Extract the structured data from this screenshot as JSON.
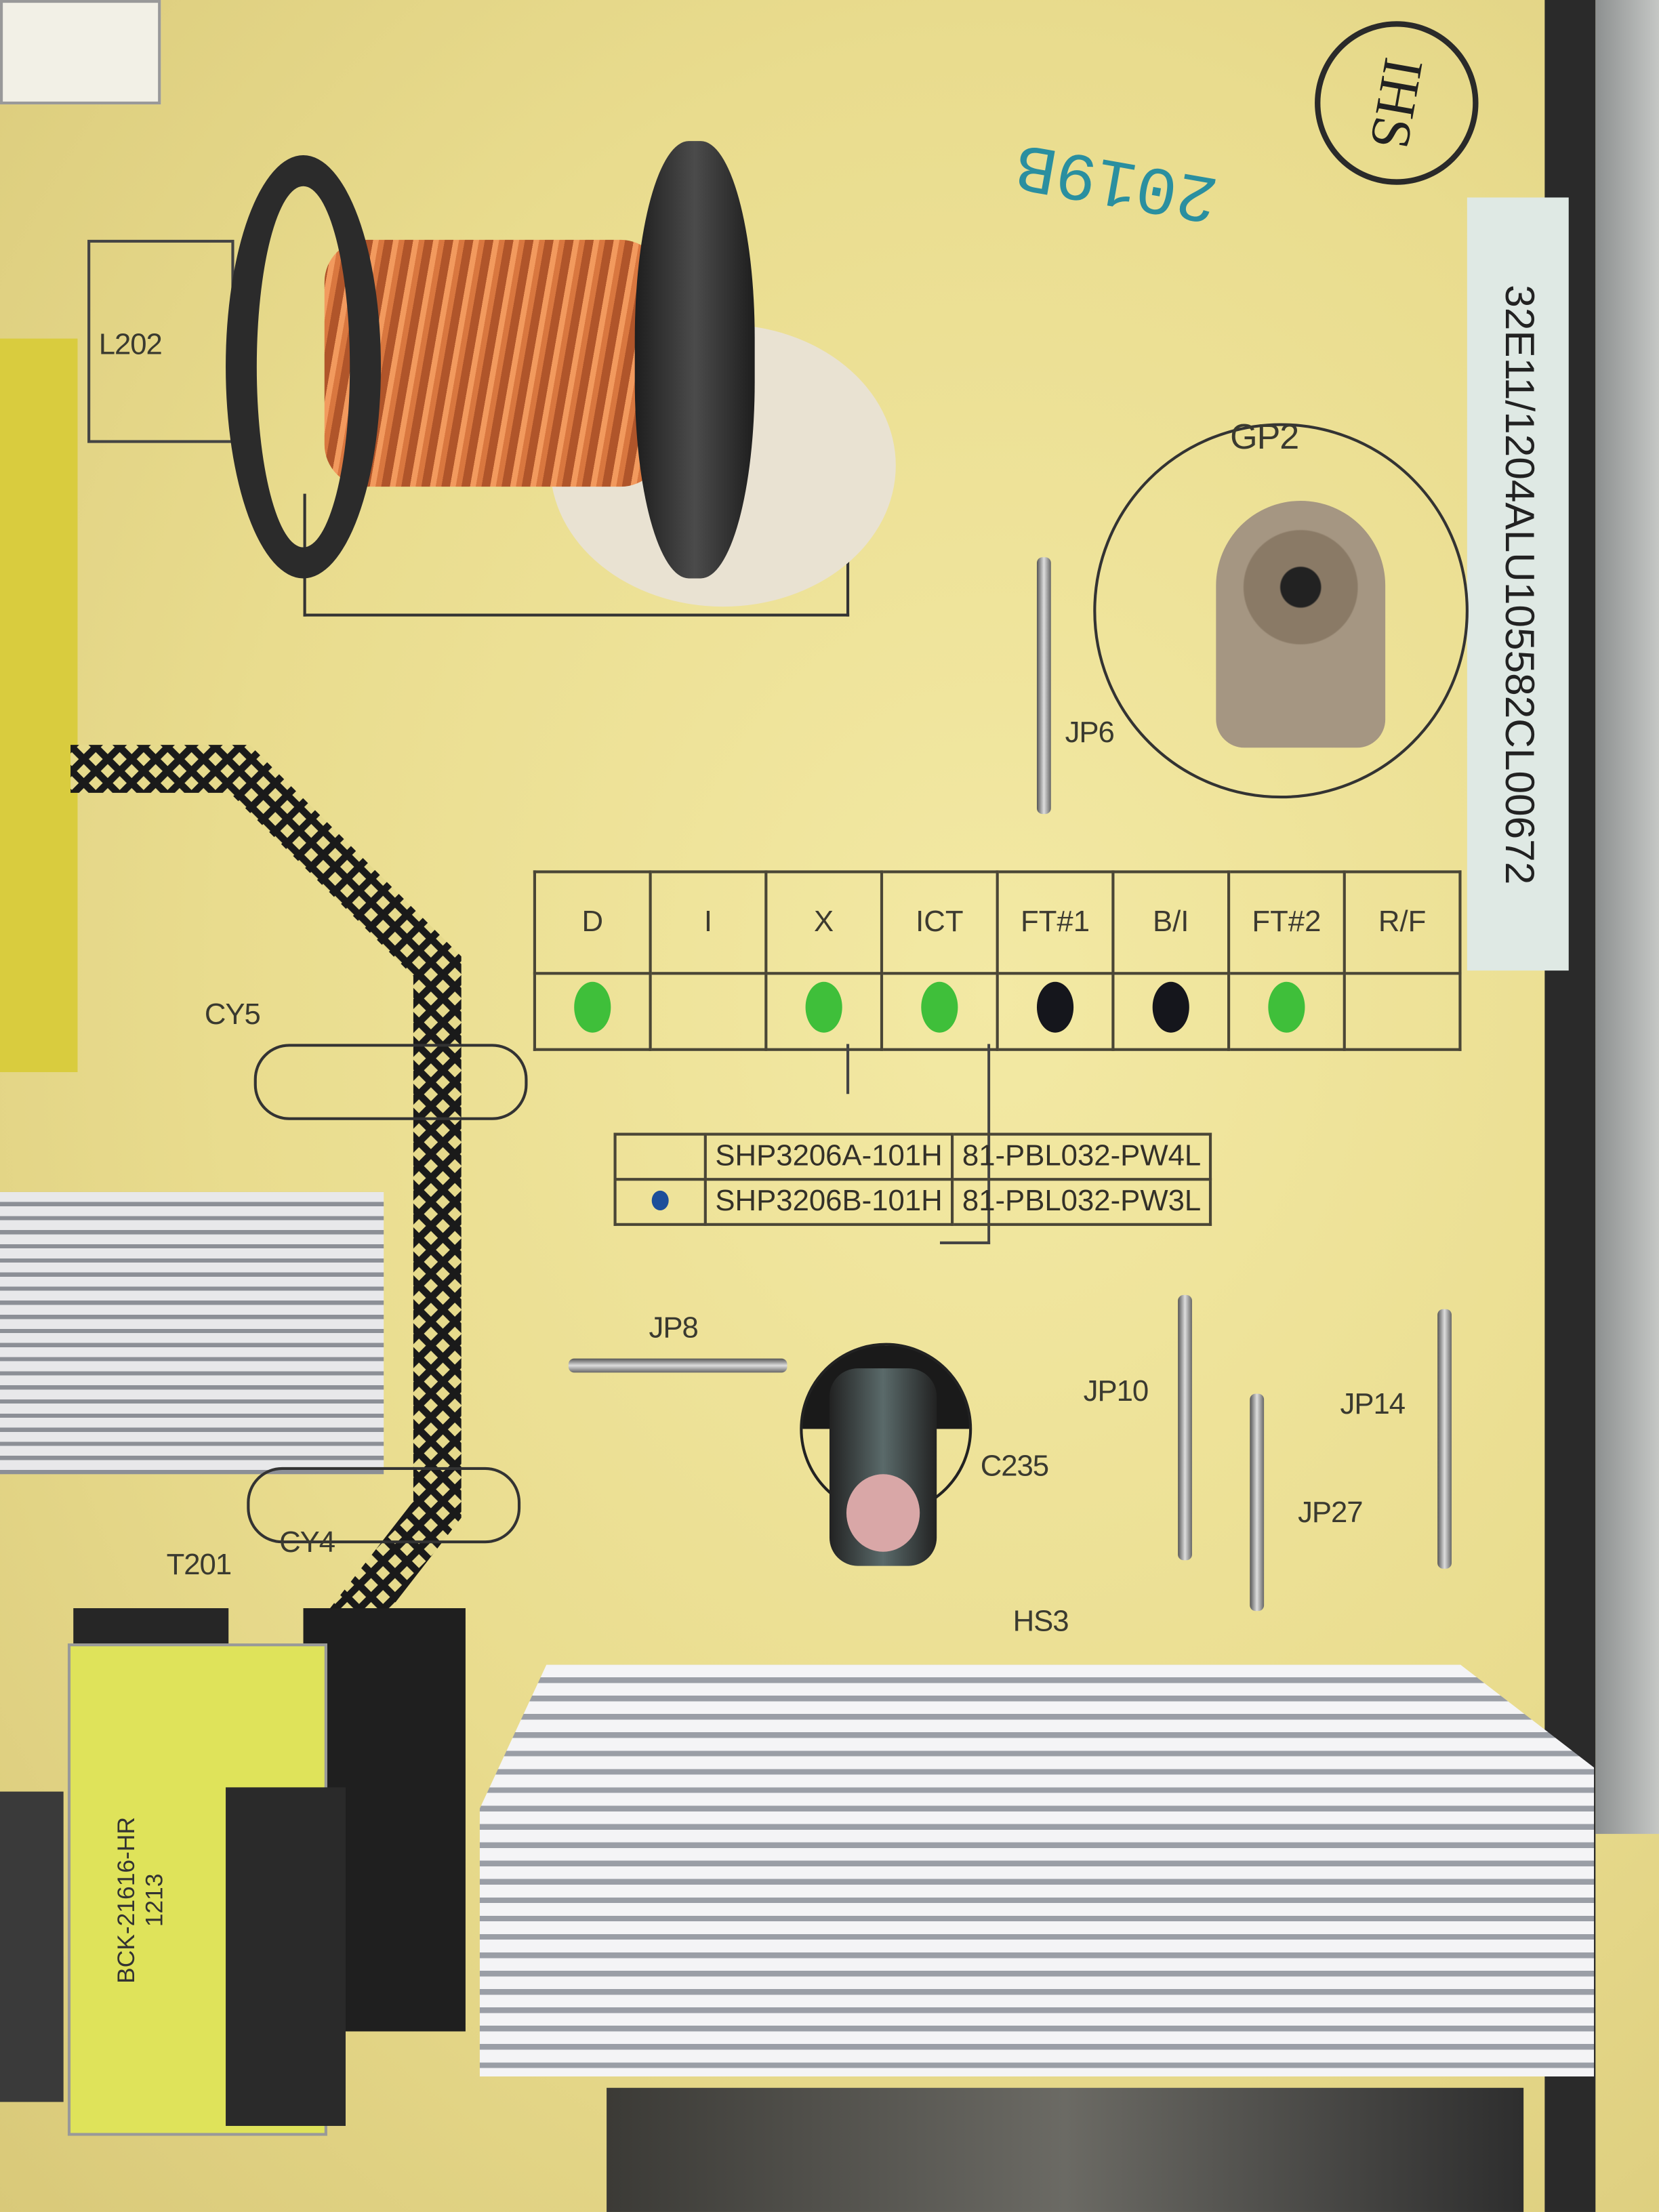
{
  "stamp": {
    "text": "IHS"
  },
  "date_code": "2019B",
  "sticker": {
    "serial": "32E11/1204ALU105582CL00672"
  },
  "labels": {
    "L202": "L202",
    "GP2": "GP2",
    "JP6": "JP6",
    "CY5": "CY5",
    "CY4": "CY4",
    "T201": "T201",
    "JP8": "JP8",
    "C235": "C235",
    "JP10": "JP10",
    "JP27": "JP27",
    "JP14": "JP14",
    "HS3": "HS3"
  },
  "option_table": {
    "headers": [
      "D",
      "I",
      "X",
      "ICT",
      "FT#1",
      "B/I",
      "FT#2",
      "R/F"
    ],
    "marks": [
      "green",
      "",
      "green",
      "green",
      "black",
      "black",
      "green",
      ""
    ]
  },
  "mark_colors": {
    "green": "#3fbf3a",
    "black": "#15161c",
    "blue": "#1d4f9a"
  },
  "model_table": {
    "rows": [
      {
        "selected": false,
        "model": "SHP3206A-101H",
        "part": "81-PBL032-PW4L"
      },
      {
        "selected": true,
        "model": "SHP3206B-101H",
        "part": "81-PBL032-PW3L"
      }
    ]
  },
  "transformer": {
    "text1": "BCK-21616-HR",
    "text2": "1213"
  }
}
